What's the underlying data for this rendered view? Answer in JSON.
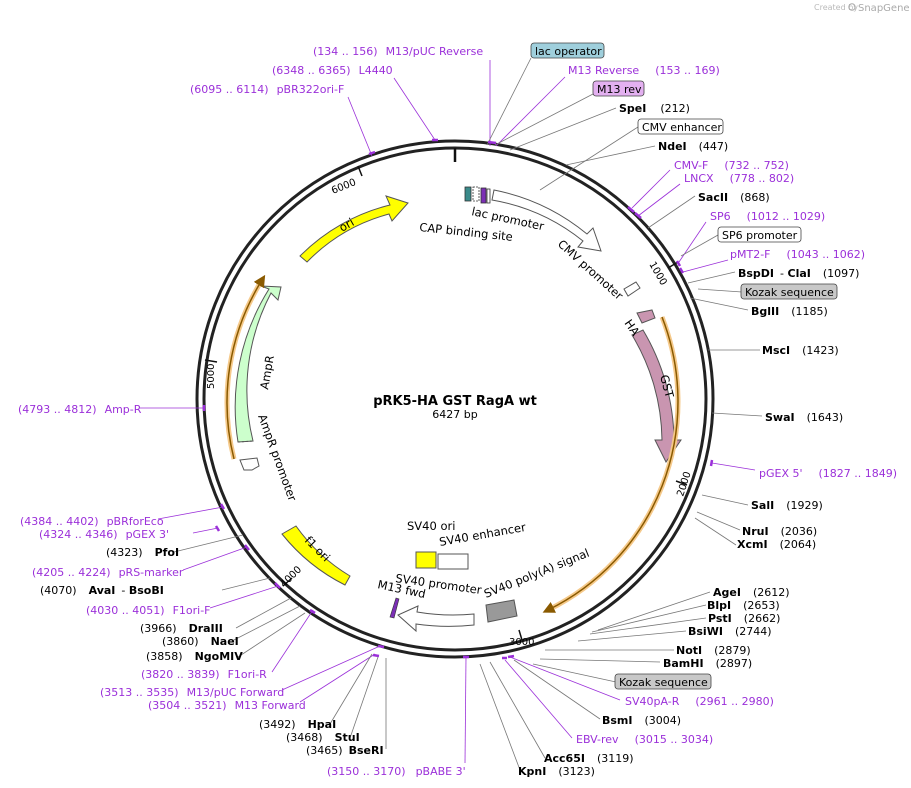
{
  "credit": {
    "created_by": "Created by",
    "brand": "SnapGene"
  },
  "plasmid": {
    "name": "pRK5-HA GST RagA wt",
    "size_label": "6427 bp",
    "length": 6427
  },
  "ticks": [
    "1000",
    "2000",
    "3000",
    "4000",
    "5000",
    "6000"
  ],
  "enzymes": [
    {
      "name": "SpeI",
      "pos": "(212)"
    },
    {
      "name": "NdeI",
      "pos": "(447)"
    },
    {
      "name": "SacII",
      "pos": "(868)"
    },
    {
      "name": "BspDI",
      "name2": "ClaI",
      "pos": "(1097)"
    },
    {
      "name": "BglII",
      "pos": "(1185)"
    },
    {
      "name": "MscI",
      "pos": "(1423)"
    },
    {
      "name": "SwaI",
      "pos": "(1643)"
    },
    {
      "name": "SalI",
      "pos": "(1929)"
    },
    {
      "name": "NruI",
      "pos": "(2036)"
    },
    {
      "name": "XcmI",
      "pos": "(2064)"
    },
    {
      "name": "AgeI",
      "pos": "(2612)"
    },
    {
      "name": "BlpI",
      "pos": "(2653)"
    },
    {
      "name": "PstI",
      "pos": "(2662)"
    },
    {
      "name": "BsiWI",
      "pos": "(2744)"
    },
    {
      "name": "NotI",
      "pos": "(2879)"
    },
    {
      "name": "BamHI",
      "pos": "(2897)"
    },
    {
      "name": "BsmI",
      "pos": "(3004)"
    },
    {
      "name": "Acc65I",
      "pos": "(3119)"
    },
    {
      "name": "KpnI",
      "pos": "(3123)"
    },
    {
      "name": "BseRI",
      "pos": "(3465)"
    },
    {
      "name": "StuI",
      "pos": "(3468)"
    },
    {
      "name": "HpaI",
      "pos": "(3492)"
    },
    {
      "name": "NgoMIV",
      "pos": "(3858)"
    },
    {
      "name": "NaeI",
      "pos": "(3860)"
    },
    {
      "name": "DraIII",
      "pos": "(3966)"
    },
    {
      "name": "AvaI",
      "name2": "BsoBI",
      "pos": "(4070)"
    },
    {
      "name": "PfoI",
      "pos": "(4323)"
    }
  ],
  "primers": [
    {
      "name": "M13/pUC Reverse",
      "range": "(134 .. 156)"
    },
    {
      "name": "L4440",
      "range": "(6348 .. 6365)"
    },
    {
      "name": "pBR322ori-F",
      "range": "(6095 .. 6114)"
    },
    {
      "name": "M13 Reverse",
      "range": "(153 .. 169)"
    },
    {
      "name": "CMV-F",
      "range": "(732 .. 752)"
    },
    {
      "name": "LNCX",
      "range": "(778 .. 802)"
    },
    {
      "name": "SP6",
      "range": "(1012 .. 1029)"
    },
    {
      "name": "pMT2-F",
      "range": "(1043 .. 1062)"
    },
    {
      "name": "pGEX 5'",
      "range": "(1827 .. 1849)"
    },
    {
      "name": "SV40pA-R",
      "range": "(2961 .. 2980)"
    },
    {
      "name": "EBV-rev",
      "range": "(3015 .. 3034)"
    },
    {
      "name": "pBABE 3'",
      "range": "(3150 .. 3170)"
    },
    {
      "name": "M13 Forward",
      "range": "(3504 .. 3521)"
    },
    {
      "name": "M13/pUC Forward",
      "range": "(3513 .. 3535)"
    },
    {
      "name": "F1ori-R",
      "range": "(3820 .. 3839)"
    },
    {
      "name": "F1ori-F",
      "range": "(4030 .. 4051)"
    },
    {
      "name": "pRS-marker",
      "range": "(4205 .. 4224)"
    },
    {
      "name": "pGEX 3'",
      "range": "(4324 .. 4346)"
    },
    {
      "name": "pBRforEco",
      "range": "(4384 .. 4402)"
    },
    {
      "name": "Amp-R",
      "range": "(4793 .. 4812)"
    }
  ],
  "feature_boxes": [
    {
      "label": "lac operator",
      "fill": "#9fcfdc"
    },
    {
      "label": "M13 rev",
      "fill": "#e3b0f0"
    },
    {
      "label": "CMV enhancer",
      "fill": "#ffffff"
    },
    {
      "label": "SP6 promoter",
      "fill": "#ffffff"
    },
    {
      "label": "Kozak sequence",
      "fill": "#c8c8c8"
    },
    {
      "label": "Kozak sequence",
      "fill": "#c8c8c8"
    }
  ],
  "features": {
    "ori": "ori",
    "ampr": "AmpR",
    "ampr_promoter": "AmpR promoter",
    "f1_ori": "f1 ori",
    "gst": "GST",
    "ha": "HA",
    "lac_promoter": "lac promoter",
    "cap_site": "CAP binding site",
    "cmv_promoter": "CMV promoter",
    "sv40_ori": "SV40 ori",
    "sv40_enhancer": "SV40 enhancer",
    "sv40_promoter": "SV40 promoter",
    "m13_fwd": "M13 fwd",
    "sv40_polya": "SV40 poly(A) signal"
  },
  "colors": {
    "backbone": "#222222",
    "primer": "#9b30d9",
    "ori": "#ffff00",
    "ampr": "#ccffcc",
    "gst": "#c995b0",
    "orf_halo": "#f5c98a",
    "orf_arrow": "#8a5a00",
    "sv40_polya": "#999999"
  }
}
